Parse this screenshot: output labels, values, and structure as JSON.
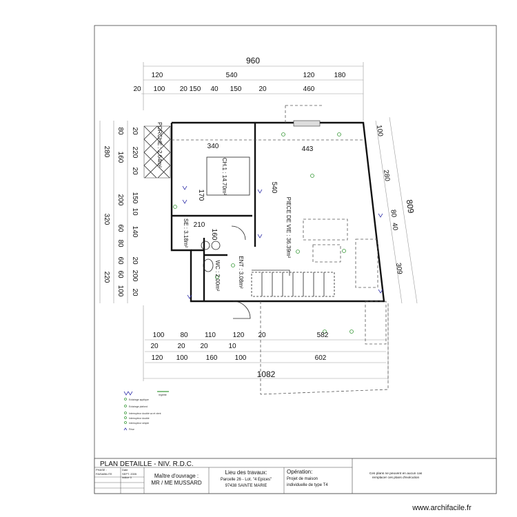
{
  "overall": {
    "top_total": "960",
    "bottom_total": "1082",
    "right_total": "809"
  },
  "top_row1": [
    "120",
    "540",
    "120",
    "180"
  ],
  "top_row2": [
    "20",
    "100",
    "20 150",
    "40",
    "150",
    "20",
    "460"
  ],
  "left_outer": [
    "280",
    "320",
    "220"
  ],
  "left_mid": [
    "80",
    "160",
    "200",
    "60",
    "80",
    "60",
    "60",
    "100"
  ],
  "left_inner": [
    "20",
    "220",
    "20",
    "150",
    "10",
    "140",
    "20",
    "200",
    "20"
  ],
  "right_dims": [
    "100",
    "280",
    "80",
    "40",
    "309"
  ],
  "bottom_row1": [
    "100",
    "80",
    "110",
    "120",
    "20",
    "582"
  ],
  "bottom_row2": [
    "20",
    "20",
    "20",
    "10"
  ],
  "bottom_row3": [
    "120",
    "100",
    "160",
    "100",
    "602"
  ],
  "rooms": {
    "porche": "PORCHE : 2.64m²",
    "ch1": "CH.1 : 14.70m²",
    "se": "SE : 3.18m²",
    "wc": "WC : 2.00m²",
    "ent": "ENT : 3.08m²",
    "piece": "PIECE DE VIE : 36.39m²",
    "ch1_width": "340",
    "ch1_depth": "170",
    "se_width": "210",
    "se_depth": "160",
    "piece_width": "443",
    "piece_depth": "540"
  },
  "legend": {
    "reglette": "reglette",
    "items": [
      "Eclairage applique",
      "Eclairage plafond",
      "Interrupteur double va et vient",
      "Interrupteur double",
      "Interrupteur simple",
      "Prise"
    ]
  },
  "title_block": {
    "title": "PLAN DETAILLE - NIV. R.D.C.",
    "phase_label": "PHASE :",
    "phase": "FAISABILITE",
    "date_label": "Date",
    "date": "SEPT. 2005",
    "index": "indice 0",
    "owner_label": "Maître d'ouvrage :",
    "owner": "MR / ME MUSSARD",
    "site_label": "Lieu des travaux:",
    "site_line1": "Parcelle 26 - Lot. \"4 Epices\"",
    "site_line2": "97438 SAINTE MARIE",
    "operation_label": "Opération:",
    "operation_line1": "Projet de maison",
    "operation_line2": "individuelle de type T4",
    "disclaimer_line1": "Ces plans ne peuvent en aucun cas",
    "disclaimer_line2": "remplacer ces plans d'exécution"
  },
  "watermark": "www.archifacile.fr"
}
